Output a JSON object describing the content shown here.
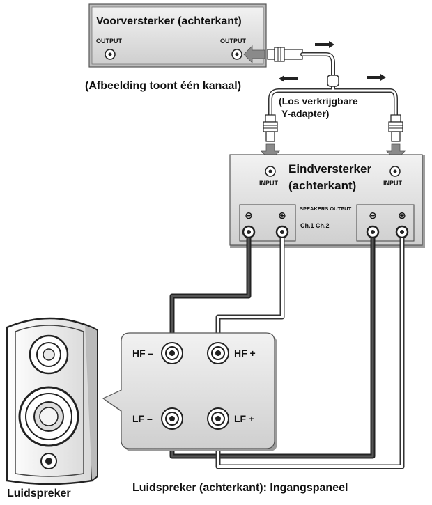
{
  "preamp": {
    "title": "Voorversterker (achterkant)",
    "output_left": "OUTPUT",
    "output_right": "OUTPUT"
  },
  "channel_note": "(Afbeelding toont één kanaal)",
  "y_adapter": {
    "line1": "(Los verkrijgbare",
    "line2": "Y-adapter)"
  },
  "poweramp": {
    "title_line1": "Eindversterker",
    "title_line2": "(achterkant)",
    "input_left": "INPUT",
    "input_right": "INPUT",
    "speakers_output": "SPEAKERS OUTPUT",
    "channels": "Ch.1 Ch.2",
    "minus_symbol": "⊖",
    "plus_symbol": "⊕"
  },
  "input_panel": {
    "hf_minus": "HF –",
    "hf_plus": "HF +",
    "lf_minus": "LF –",
    "lf_plus": "LF +",
    "caption": "Luidspreker (achterkant): Ingangspaneel"
  },
  "speaker_caption": "Luidspreker",
  "colors": {
    "panel_fill": "#dcdcdc",
    "panel_stroke": "#555555",
    "cable_dark": "#333333",
    "cable_light": "#ffffff",
    "arrow_grey": "#8a8a8a"
  }
}
